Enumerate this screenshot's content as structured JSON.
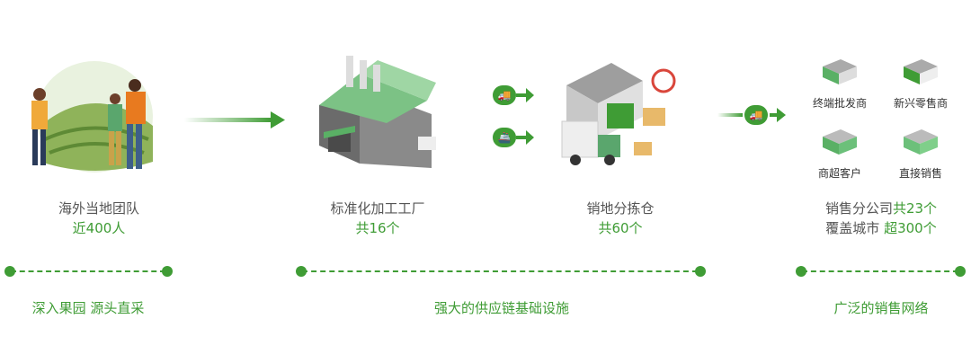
{
  "stages": [
    {
      "title": "海外当地团队",
      "value": "近400人"
    },
    {
      "title": "标准化加工工厂",
      "value": "共16个"
    },
    {
      "title": "销地分拣仓",
      "value": "共60个"
    },
    {
      "title_1": "销售分公司",
      "value_1": "共23个",
      "title_2": "覆盖城市 ",
      "value_2": "超300个"
    }
  ],
  "channels": [
    "终端批发商",
    "新兴零售商",
    "商超客户",
    "直接销售"
  ],
  "timeline": [
    "深入果园 源头直采",
    "强大的供应链基础设施",
    "广泛的销售网络"
  ],
  "colors": {
    "accent": "#3f9c35",
    "text": "#555555"
  }
}
